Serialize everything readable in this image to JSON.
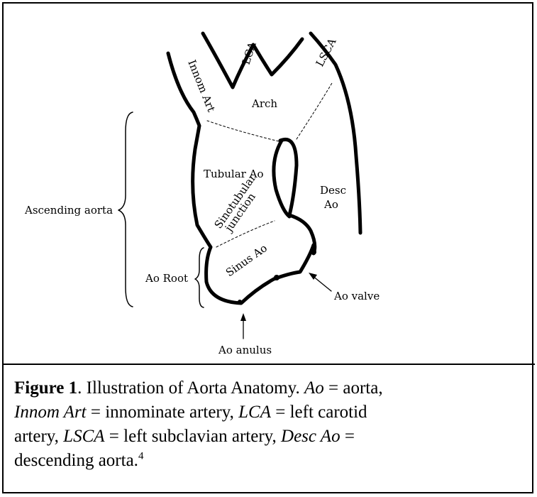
{
  "diagram": {
    "labels": {
      "lca": "LCA",
      "lsca": "LSCA",
      "innom_art": "Innom Art",
      "arch": "Arch",
      "tubular_ao": "Tubular Ao",
      "desc_ao_1": "Desc",
      "desc_ao_2": "Ao",
      "sinotubular_1": "Sinotubular",
      "sinotubular_2": "junction",
      "sinus_ao": "Sinus Ao",
      "ascending_aorta": "Ascending aorta",
      "ao_root": "Ao Root",
      "ao_valve": "Ao valve",
      "ao_anulus": "Ao anulus"
    }
  },
  "caption": {
    "figure_label": "Figure 1",
    "line1_sep": ".  ",
    "line1_text": "Illustration of Aorta Anatomy.  ",
    "t1": "Ao",
    "d1": " = aorta,",
    "t2": "Innom Art",
    "d2": " = innominate artery,  ",
    "t3": "LCA",
    "d3": " =  left carotid",
    "l3a": "artery,  ",
    "t4": "LSCA",
    "d4": " =  left subclavian artery,  ",
    "t5": "Desc Ao",
    "d5": " =",
    "l4": "descending aorta.",
    "ref": "4"
  }
}
